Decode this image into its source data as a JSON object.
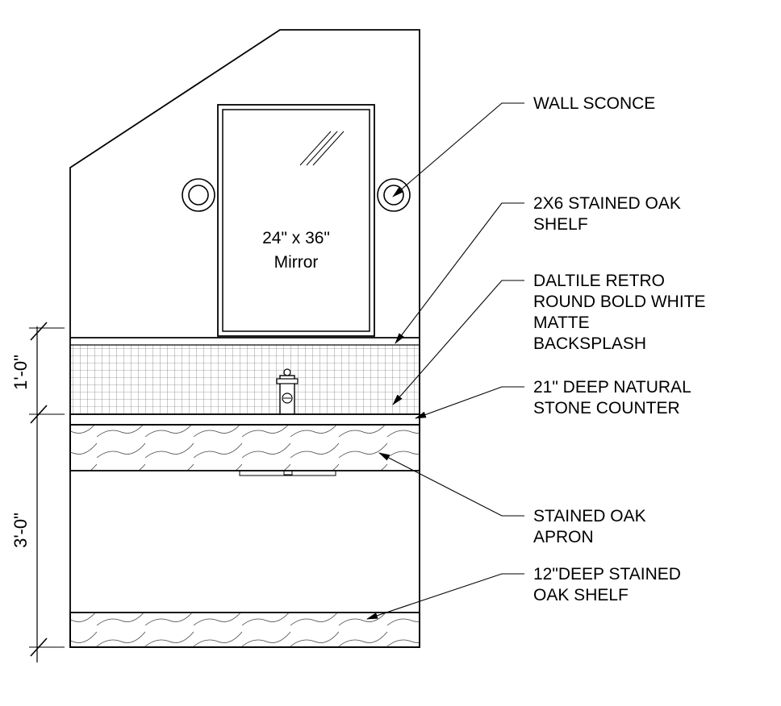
{
  "mirror": {
    "size": "24\" x 36\"",
    "name": "Mirror"
  },
  "dimensions": {
    "backsplash_height": "1'-0\"",
    "counter_height": "3'-0\""
  },
  "callouts": [
    {
      "id": "wall-sconce",
      "lines": [
        "WALL SCONCE"
      ]
    },
    {
      "id": "oak-shelf-2x6",
      "lines": [
        "2X6 STAINED OAK",
        "SHELF"
      ]
    },
    {
      "id": "backsplash",
      "lines": [
        "DALTILE RETRO",
        "ROUND BOLD WHITE",
        "MATTE",
        "BACKSPLASH"
      ]
    },
    {
      "id": "stone-counter",
      "lines": [
        "21\" DEEP NATURAL",
        "STONE COUNTER"
      ]
    },
    {
      "id": "oak-apron",
      "lines": [
        "STAINED OAK",
        "APRON"
      ]
    },
    {
      "id": "oak-shelf-12",
      "lines": [
        "12\"DEEP STAINED",
        "OAK SHELF"
      ]
    }
  ]
}
